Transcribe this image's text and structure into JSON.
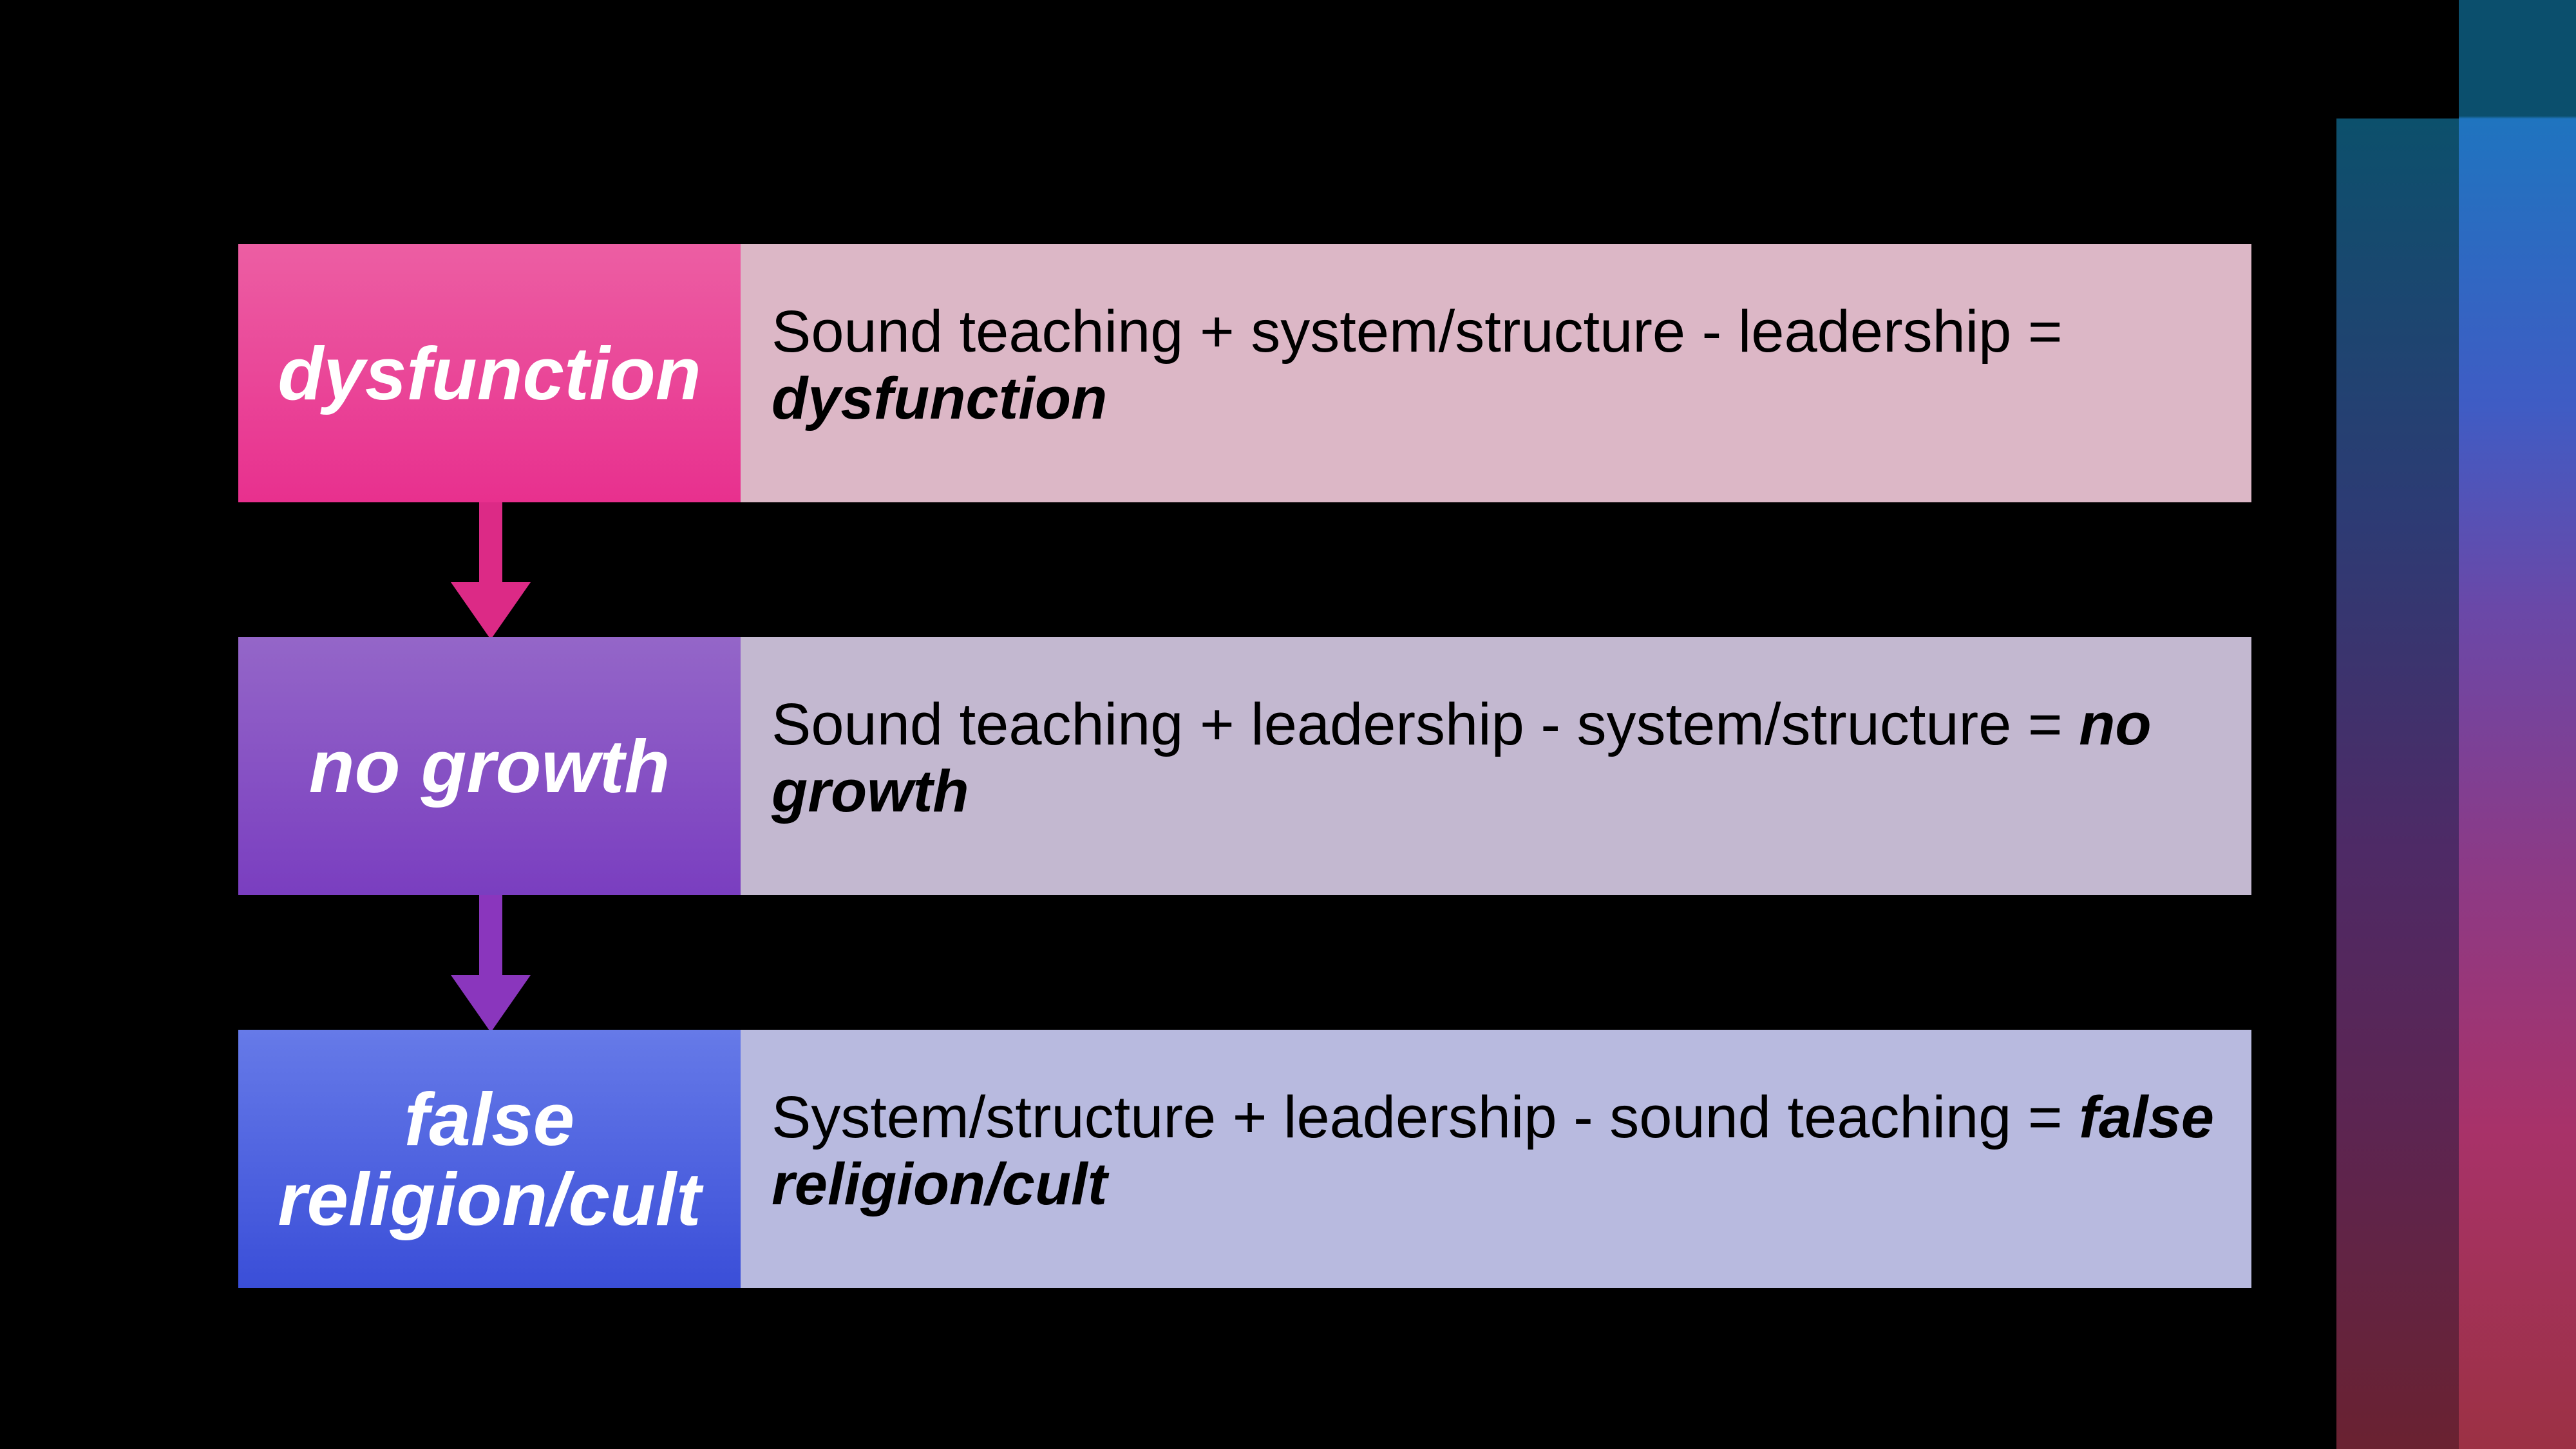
{
  "rows": [
    {
      "label": "dysfunction",
      "description_main": "Sound teaching + system/structure - leadership = ",
      "description_emphasis": "dysfunction",
      "color": "#e8308e"
    },
    {
      "label": "no growth",
      "description_main": "Sound teaching + leadership - system/structure = ",
      "description_emphasis": "no growth",
      "color": "#7a3ec0"
    },
    {
      "label_line1": "false",
      "label_line2": "religion/cult",
      "description_main": "System/structure + leadership - sound teaching = ",
      "description_emphasis": "false religion/cult",
      "color": "#3a4ed8"
    }
  ],
  "arrows": [
    {
      "from": "dysfunction",
      "to": "no growth",
      "color": "#dc2a86",
      "icon": "down-arrow-icon"
    },
    {
      "from": "no growth",
      "to": "false religion/cult",
      "color": "#8a36bd",
      "icon": "down-arrow-icon"
    }
  ]
}
